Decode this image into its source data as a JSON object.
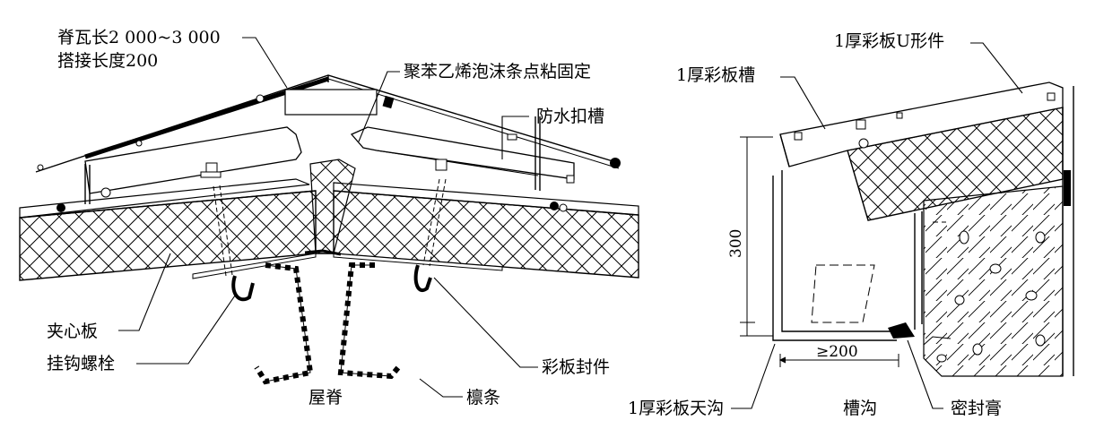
{
  "left_detail": {
    "ridge_tile_note_line1": "脊瓦长2 000~3 000",
    "ridge_tile_note_line2": "搭接长度200",
    "foam_strip_label": "聚苯乙烯泡沫条点粘固定",
    "waterproof_cap_label": "防水扣槽",
    "sandwich_panel_label": "夹心板",
    "hook_bolt_label": "挂钩螺栓",
    "ridge_label": "屋脊",
    "purlin_label": "檩条",
    "flashing_label": "彩板封件"
  },
  "right_detail": {
    "u_piece_label": "1厚彩板U形件",
    "channel_label": "1厚彩板槽",
    "gutter_label": "1厚彩板天沟",
    "trough_label": "槽沟",
    "sealant_label": "密封膏",
    "height_dim": "300",
    "width_dim": "≥200"
  }
}
